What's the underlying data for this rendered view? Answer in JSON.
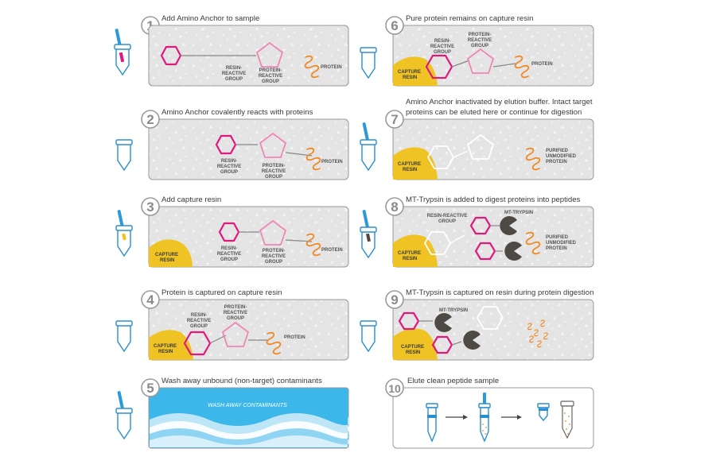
{
  "steps": [
    {
      "num": "1",
      "title": "Add Amino Anchor to sample"
    },
    {
      "num": "2",
      "title": "Amino Anchor covalently reacts with proteins"
    },
    {
      "num": "3",
      "title": "Add capture resin"
    },
    {
      "num": "4",
      "title": "Protein is captured on capture resin"
    },
    {
      "num": "5",
      "title": "Wash away unbound (non-target) contaminants"
    },
    {
      "num": "6",
      "title": "Pure protein remains on capture resin"
    },
    {
      "num": "7",
      "title_line1": "Amino Anchor inactivated by elution buffer. Intact target",
      "title_line2": "proteins can be eluted here or continue for digestion"
    },
    {
      "num": "8",
      "title": "MT-Trypsin is added to digest proteins into peptides"
    },
    {
      "num": "9",
      "title": "MT-Trypsin is captured on resin during protein digestion"
    },
    {
      "num": "10",
      "title": "Elute clean peptide sample"
    }
  ],
  "labels": {
    "resin_reactive": [
      "RESIN-",
      "REACTIVE",
      "GROUP"
    ],
    "protein_reactive": [
      "PROTEIN-",
      "REACTIVE",
      "GROUP"
    ],
    "resin_reactive_group": "RESIN-REACTIVE",
    "group": "GROUP",
    "protein": "PROTEIN",
    "capture": "CAPTURE",
    "resin": "RESIN",
    "purified": "PURIFIED",
    "unmodified": "UNMODIFIED",
    "mt_trypsin": "MT-TRYPSIN",
    "wash_away": "WASH AWAY CONTAMINANTS"
  },
  "colors": {
    "magenta": "#e0197d",
    "pink": "#ef86b5",
    "resin_yellow": "#eec323",
    "protein_orange": "#f08a24",
    "trypsin_dark": "#4d4945",
    "tube_blue": "#2a8fcf",
    "wash_blue": "#3bb7ea"
  }
}
